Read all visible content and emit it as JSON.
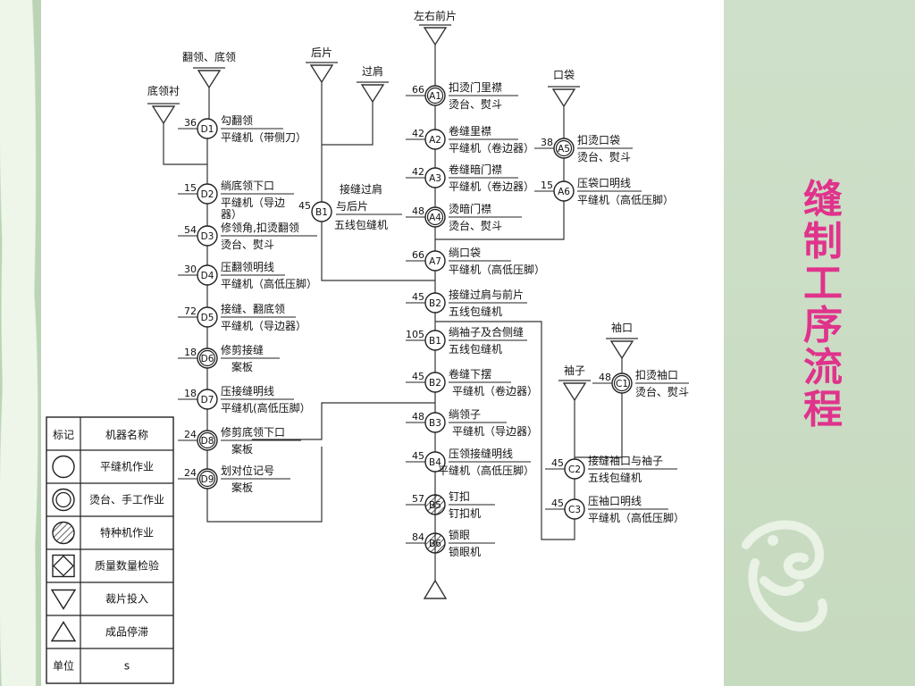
{
  "side_title": [
    "缝",
    "制",
    "工",
    "序",
    "流",
    "程"
  ],
  "inputs": {
    "left_front": "左右前片",
    "collar": "翻领、底领",
    "back": "后片",
    "shoulder": "过肩",
    "collar_lining": "底领衬",
    "pocket": "口袋",
    "cuff": "袖口",
    "sleeve": "袖子"
  },
  "main_chain": [
    {
      "id": "A1",
      "time": "66",
      "op": "扣烫门里襟",
      "machine": "烫台、熨斗",
      "type": "double"
    },
    {
      "id": "A2",
      "time": "42",
      "op": "卷缝里襟",
      "machine": "平缝机（卷边器）",
      "type": "single"
    },
    {
      "id": "A3",
      "time": "42",
      "op": "卷缝暗门襟",
      "machine": "平缝机（卷边器）",
      "type": "single"
    },
    {
      "id": "A4",
      "time": "48",
      "op": "烫暗门襟",
      "machine": "烫台、熨斗",
      "type": "double"
    },
    {
      "id": "A7",
      "time": "66",
      "op": "绱口袋",
      "machine": "平缝机（高低压脚）",
      "type": "single"
    },
    {
      "id": "B2",
      "time": "45",
      "op": "接缝过肩与前片",
      "machine": "五线包缝机",
      "type": "single"
    },
    {
      "id": "B1",
      "time": "105",
      "op": "绱袖子及合侧缝",
      "machine": "五线包缝机",
      "type": "single"
    },
    {
      "id": "B2",
      "time": "45",
      "op": "卷缝下摆",
      "machine": "平缝机（卷边器）",
      "type": "single"
    },
    {
      "id": "B3",
      "time": "48",
      "op": "绱领子",
      "machine": "平缝机（导边器）",
      "type": "single"
    },
    {
      "id": "B4",
      "time": "45",
      "op": "压领接缝明线",
      "machine": "平缝机（高低压脚）",
      "type": "single"
    },
    {
      "id": "B5",
      "time": "57",
      "op": "钉扣",
      "machine": "钉扣机",
      "type": "hatched"
    },
    {
      "id": "B6",
      "time": "84",
      "op": "锁眼",
      "machine": "锁眼机",
      "type": "hatched"
    }
  ],
  "collar_chain": [
    {
      "id": "D1",
      "time": "36",
      "op": "勾翻领",
      "machine": "平缝机（带侧刀）",
      "type": "single"
    },
    {
      "id": "D2",
      "time": "15",
      "op": "绱底领下口",
      "machine": "平缝机（导边",
      "machine2": "器）",
      "type": "single"
    },
    {
      "id": "D3",
      "time": "54",
      "op": "修领角,扣烫翻领",
      "machine": "烫台、熨斗",
      "type": "single"
    },
    {
      "id": "D4",
      "time": "30",
      "op": "压翻领明线",
      "machine": "平缝机（高低压脚）",
      "type": "single"
    },
    {
      "id": "D5",
      "time": "72",
      "op": "接缝、翻底领",
      "machine": "平缝机（导边器）",
      "type": "single"
    },
    {
      "id": "D6",
      "time": "18",
      "op": "修剪接缝",
      "machine": "案板",
      "type": "double"
    },
    {
      "id": "D7",
      "time": "18",
      "op": "压接缝明线",
      "machine": "平缝机(高低压脚）",
      "type": "single"
    },
    {
      "id": "D8",
      "time": "24",
      "op": "修剪底领下口",
      "machine": "案板",
      "type": "double"
    },
    {
      "id": "D9",
      "time": "24",
      "op": "划对位记号",
      "machine": "案板",
      "type": "double"
    }
  ],
  "back_node": {
    "id": "B1",
    "time": "45",
    "op1": "接缝过肩",
    "op2": "与后片",
    "machine": "五线包缝机",
    "type": "single"
  },
  "pocket_chain": [
    {
      "id": "A5",
      "time": "38",
      "op": "扣烫口袋",
      "machine": "烫台、熨斗",
      "type": "double"
    },
    {
      "id": "A6",
      "time": "15",
      "op": "压袋口明线",
      "machine": "平缝机（高低压脚）",
      "type": "single"
    }
  ],
  "sleeve_chain": [
    {
      "id": "C1",
      "time": "48",
      "op": "扣烫袖口",
      "machine": "烫台、熨斗",
      "type": "double"
    },
    {
      "id": "C2",
      "time": "45",
      "op": "接缝袖口与袖子",
      "machine": "五线包缝机",
      "type": "single"
    },
    {
      "id": "C3",
      "time": "45",
      "op": "压袖口明线",
      "machine": "平缝机（高低压脚）",
      "type": "single"
    }
  ],
  "legend": {
    "header_mark": "标记",
    "header_name": "机器名称",
    "rows": [
      {
        "symbol": "single-circle",
        "label": "平缝机作业"
      },
      {
        "symbol": "double-circle",
        "label": "烫台、手工作业"
      },
      {
        "symbol": "hatched-circle",
        "label": "特种机作业"
      },
      {
        "symbol": "diamond-square",
        "label": "质量数量检验"
      },
      {
        "symbol": "down-triangle",
        "label": "裁片投入"
      },
      {
        "symbol": "up-triangle",
        "label": "成品停滞"
      }
    ],
    "unit_label": "单位",
    "unit_value": "s"
  },
  "colors": {
    "title": "#e0338c",
    "line": "#333333",
    "panel": "#ffffff"
  }
}
